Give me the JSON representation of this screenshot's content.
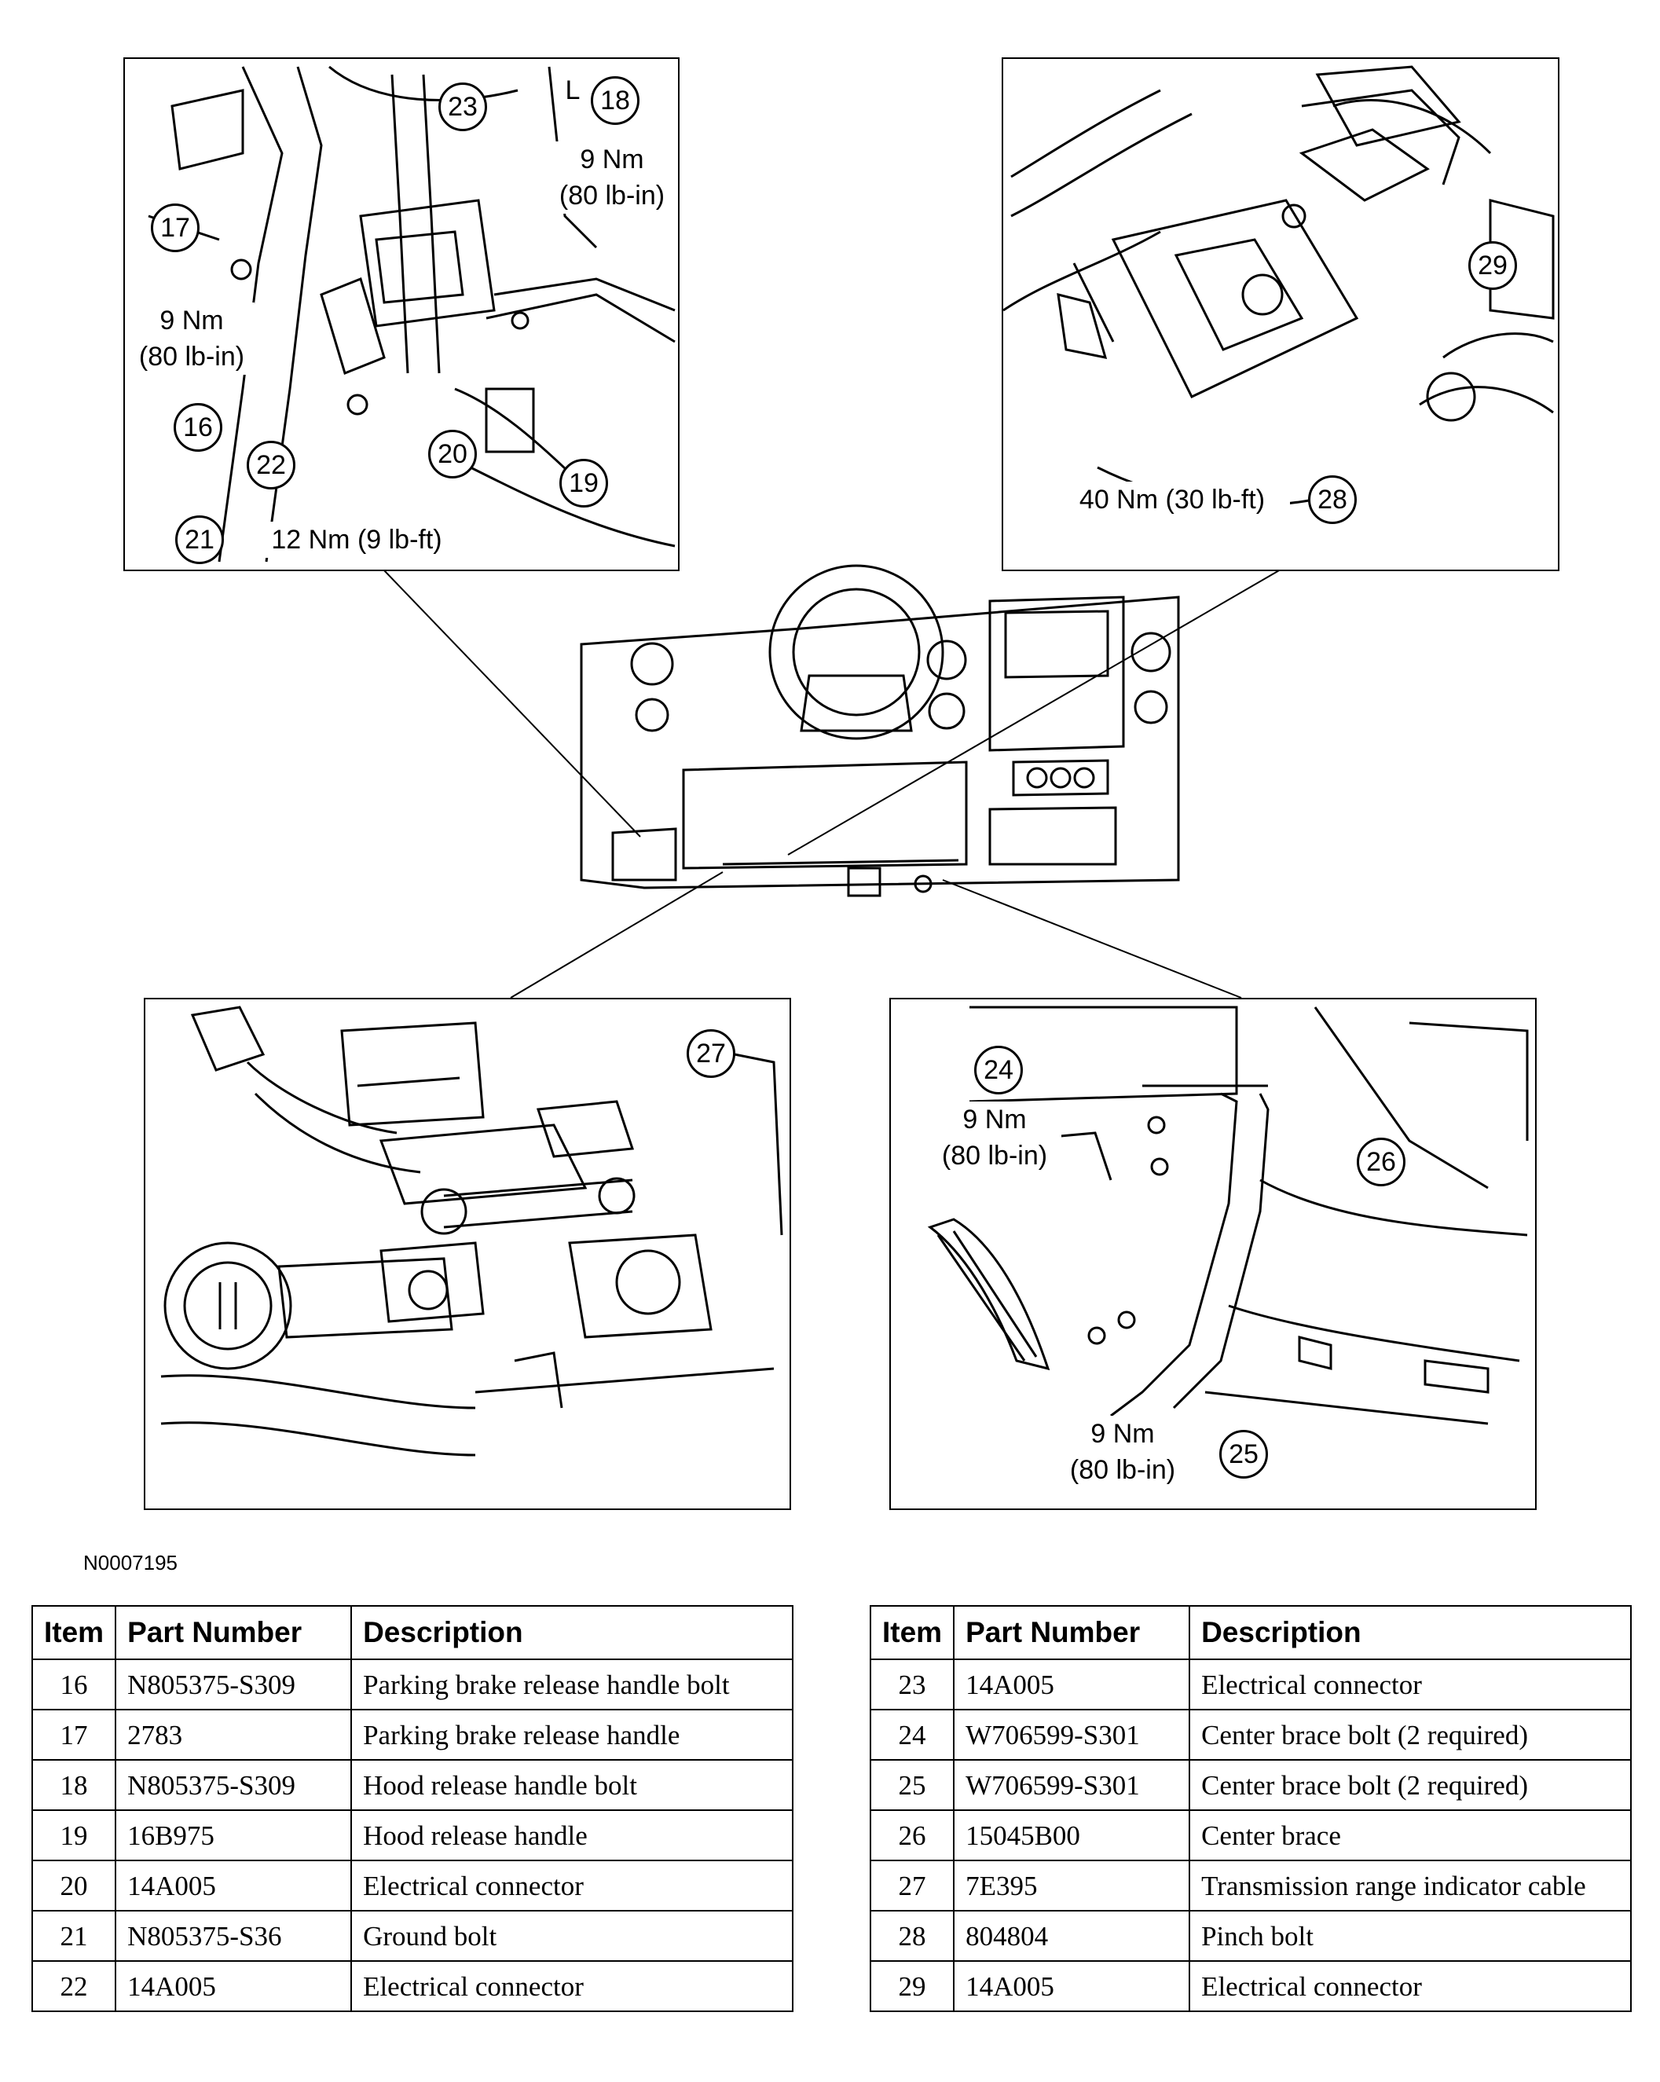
{
  "figure_id": "N0007195",
  "panels": {
    "top_left": {
      "callouts": [
        "16",
        "17",
        "18",
        "19",
        "20",
        "21",
        "22",
        "23"
      ],
      "torque_a": {
        "nm": "9 Nm",
        "imperial": "(80 lb-in)"
      },
      "torque_b": {
        "nm": "9 Nm",
        "imperial": "(80 lb-in)"
      },
      "torque_c": "12 Nm (9 lb-ft)",
      "marker": "L"
    },
    "top_right": {
      "callouts": [
        "28",
        "29"
      ],
      "torque": "40 Nm (30 lb-ft)"
    },
    "bottom_left": {
      "callouts": [
        "27"
      ]
    },
    "bottom_right": {
      "callouts": [
        "24",
        "25",
        "26"
      ],
      "torque_a": {
        "nm": "9 Nm",
        "imperial": "(80 lb-in)"
      },
      "torque_b": {
        "nm": "9 Nm",
        "imperial": "(80 lb-in)"
      }
    }
  },
  "table_headers": {
    "item": "Item",
    "part_number": "Part Number",
    "description": "Description"
  },
  "table_left": [
    {
      "item": "16",
      "part": "N805375-S309",
      "desc": "Parking brake release handle bolt"
    },
    {
      "item": "17",
      "part": "2783",
      "desc": "Parking brake release handle"
    },
    {
      "item": "18",
      "part": "N805375-S309",
      "desc": "Hood release handle bolt"
    },
    {
      "item": "19",
      "part": "16B975",
      "desc": "Hood release handle"
    },
    {
      "item": "20",
      "part": "14A005",
      "desc": "Electrical connector"
    },
    {
      "item": "21",
      "part": "N805375-S36",
      "desc": "Ground bolt"
    },
    {
      "item": "22",
      "part": "14A005",
      "desc": "Electrical connector"
    }
  ],
  "table_right": [
    {
      "item": "23",
      "part": "14A005",
      "desc": "Electrical connector"
    },
    {
      "item": "24",
      "part": "W706599-S301",
      "desc": "Center brace bolt (2 required)"
    },
    {
      "item": "25",
      "part": "W706599-S301",
      "desc": "Center brace bolt (2 required)"
    },
    {
      "item": "26",
      "part": "15045B00",
      "desc": "Center brace"
    },
    {
      "item": "27",
      "part": "7E395",
      "desc": "Transmission range indicator cable"
    },
    {
      "item": "28",
      "part": "804804",
      "desc": "Pinch bolt"
    },
    {
      "item": "29",
      "part": "14A005",
      "desc": "Electrical connector"
    }
  ]
}
